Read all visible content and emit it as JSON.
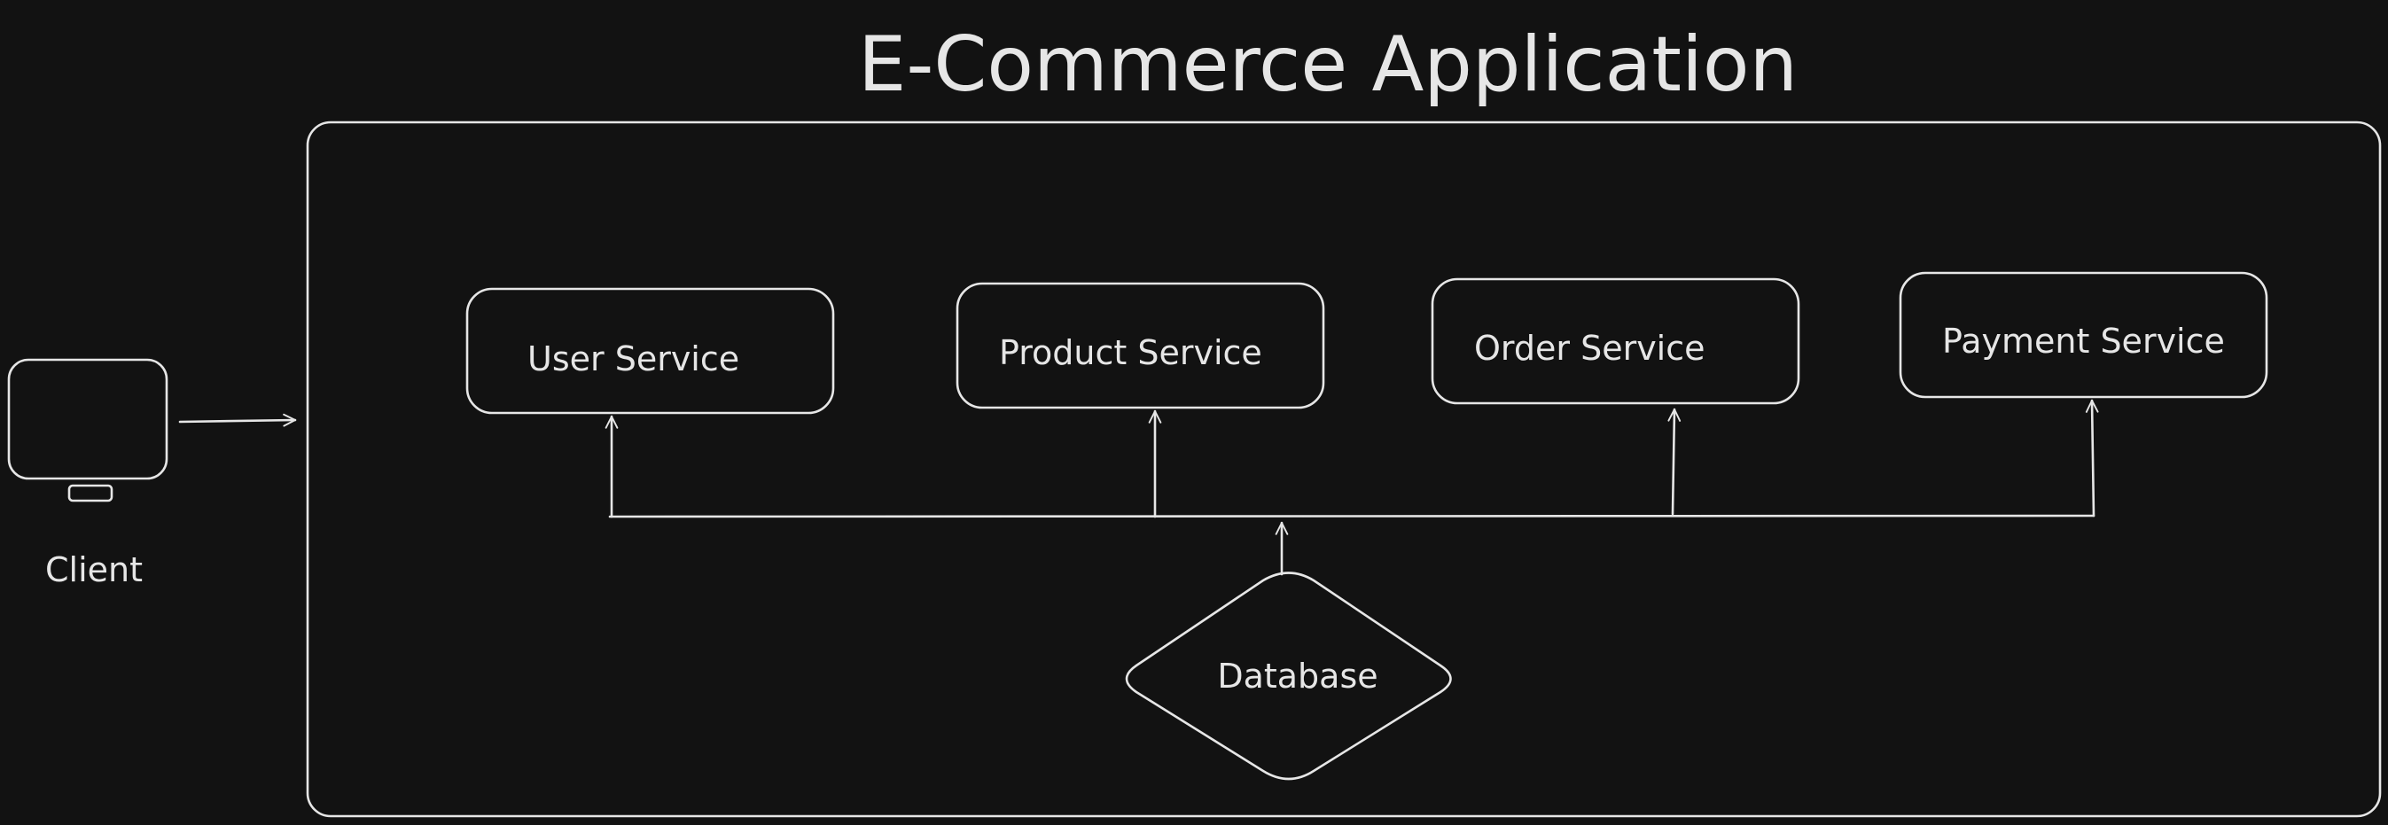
{
  "title": "E-Commerce Application",
  "client": {
    "label": "Client",
    "icon": "monitor-icon"
  },
  "services": [
    {
      "label": "User Service"
    },
    {
      "label": "Product Service"
    },
    {
      "label": "Order Service"
    },
    {
      "label": "Payment Service"
    }
  ],
  "database": {
    "label": "Database"
  },
  "colors": {
    "background": "#121212",
    "stroke": "#e6e6e6"
  }
}
